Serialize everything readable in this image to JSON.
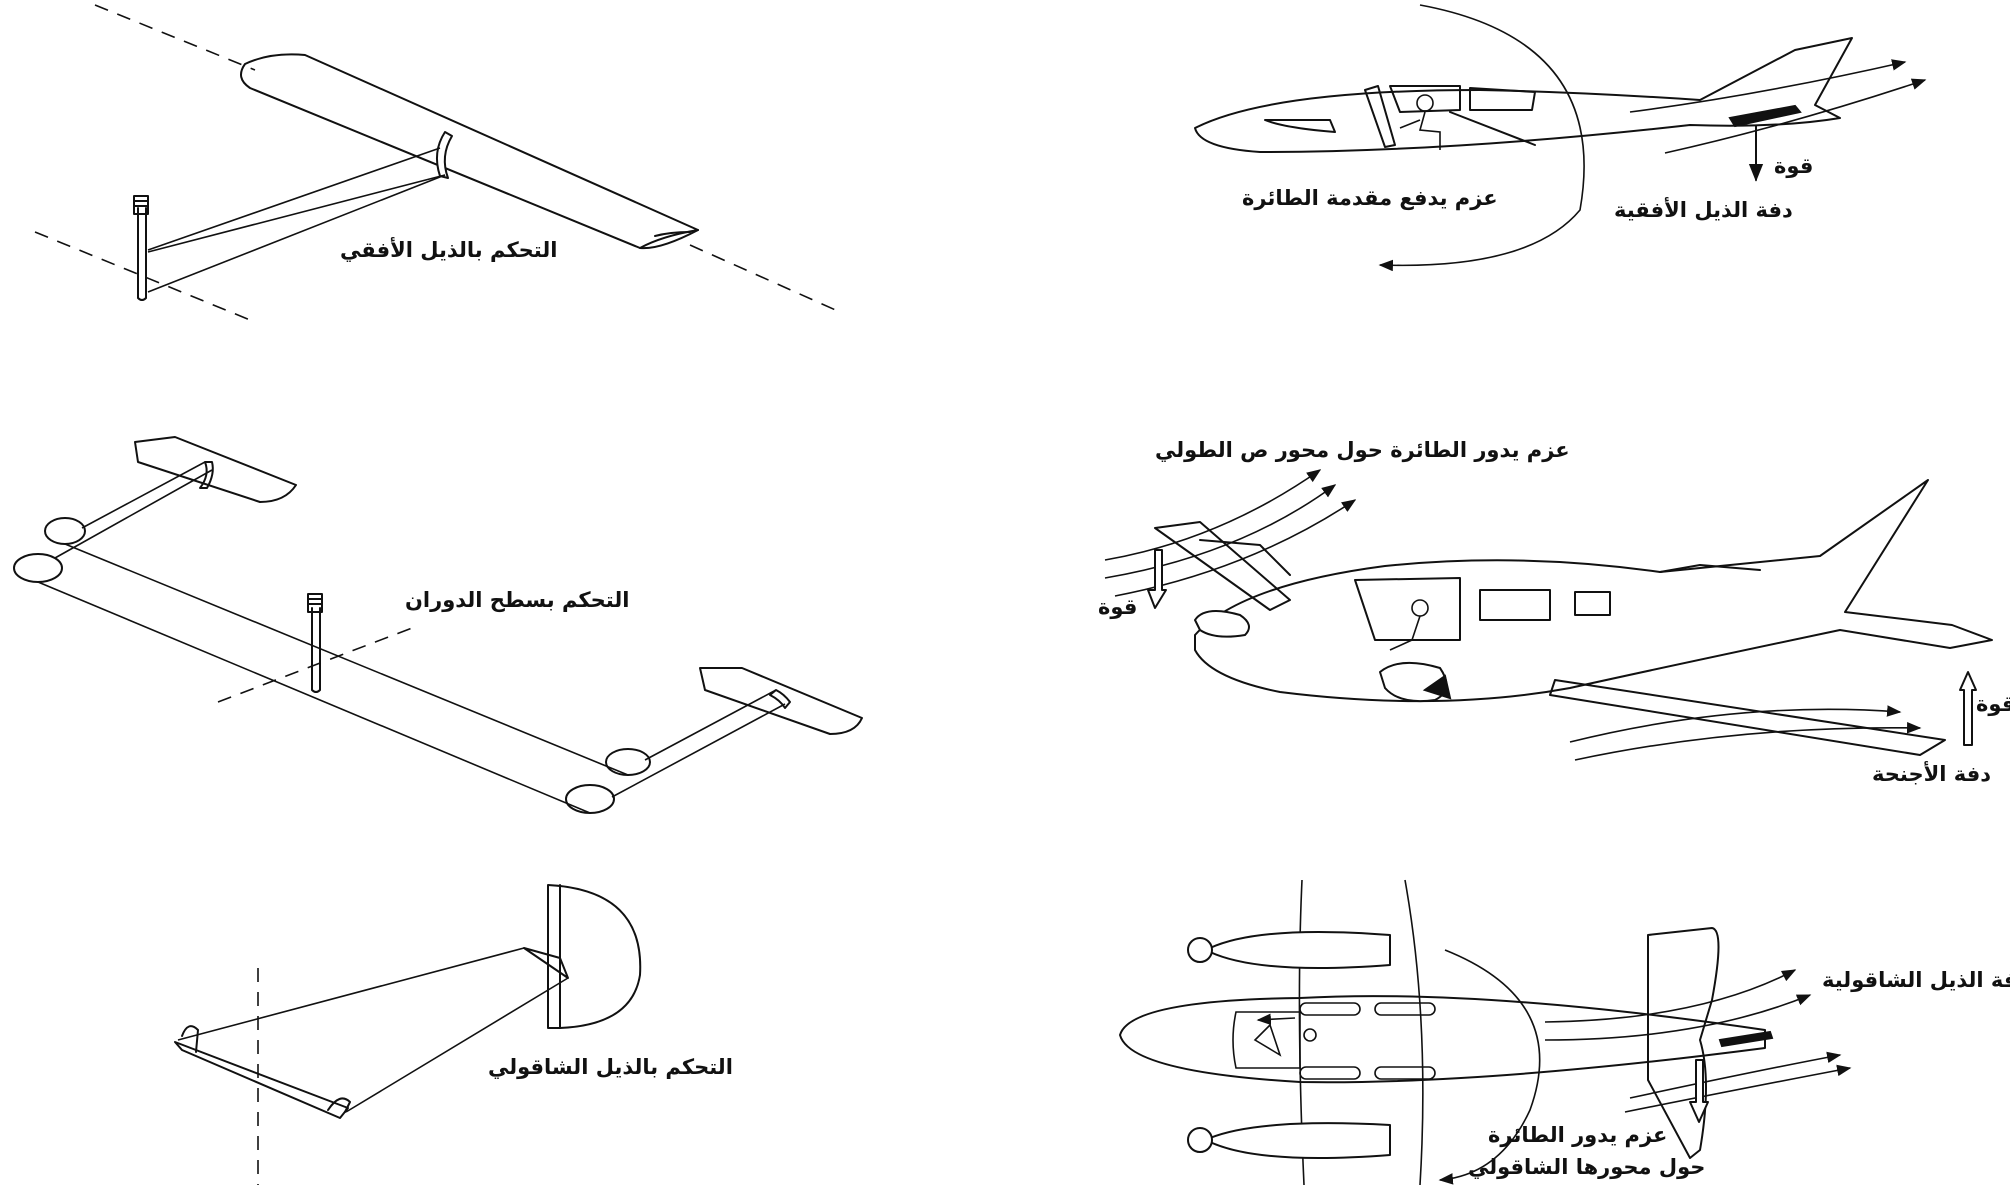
{
  "labels": {
    "elevator_control": "التحكم بالذيل الأفقي",
    "aileron_control": "التحكم بسطح الدوران",
    "rudder_control": "التحكم بالذيل الشاقولي",
    "pitch_moment": "عزم يدفع مقدمة الطائرة",
    "elevator": "دفة الذيل الأفقية",
    "force_pitch": "قوة",
    "roll_moment": "عزم يدور الطائرة حول محور ص الطولي",
    "force_roll_left": "قوة",
    "force_roll_right": "قوة",
    "aileron": "دفة الأجنحة",
    "rudder": "دفة الذيل الشاقولية",
    "yaw_moment_line1": "عزم يدور الطائرة",
    "yaw_moment_line2": "حول محورها الشاقولي"
  }
}
